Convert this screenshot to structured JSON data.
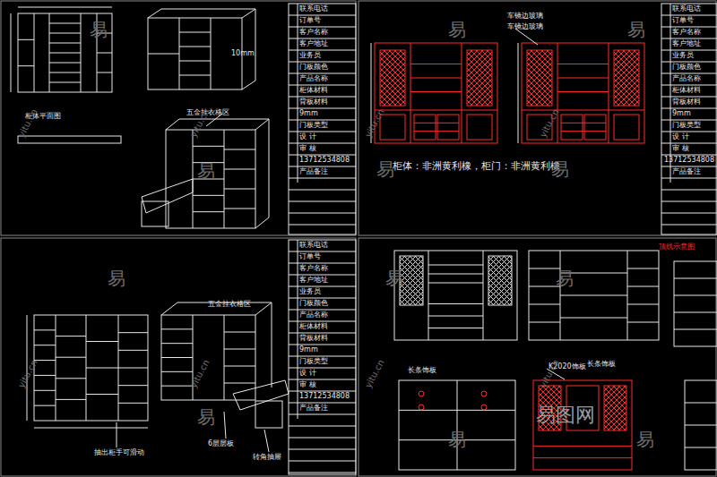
{
  "diagram": {
    "labels": [
      "柜体平面图",
      "10mm",
      "五金挂衣格区",
      "车镜边玻璃",
      "车镜边玻璃",
      "柜体：非洲黄利橡，柜门：非洲黄利橡",
      "五金挂衣格区",
      "抽出柜手可滑动",
      "6层层板",
      "转角抽屉",
      "K2020饰板",
      "长条饰板",
      "长条饰板",
      "顶线示意图",
      "联系电话",
      "订单号",
      "客户名称",
      "客户地址",
      "业务员",
      "门板颜色",
      "产品名称",
      "柜体材料",
      "背板材料",
      "9mm",
      "门板类型",
      "设 计",
      "审 核",
      "13712534808",
      "产品备注",
      "联系电话",
      "订单号",
      "客户名称",
      "客户地址",
      "业务员",
      "门板颜色",
      "产品名称",
      "柜体材料",
      "背板材料",
      "9mm",
      "门板类型",
      "设 计",
      "审 核",
      "13712534808",
      "产品备注",
      "联系电话",
      "订单号",
      "客户名称",
      "客户地址",
      "业务员",
      "门板颜色",
      "产品名称",
      "柜体材料",
      "背板材料",
      "9mm",
      "门板类型",
      "设 计",
      "审 核",
      "13712534808",
      "产品备注",
      "易",
      "易",
      "易",
      "易",
      "易",
      "易",
      "易",
      "易",
      "易",
      "易",
      "易",
      "易",
      "yitu.cn",
      "yitu.cn",
      "yitu.cn",
      "yitu.cn",
      "yitu.cn",
      "yitu.cn",
      "yitu.cn",
      "yitu.cn",
      "易图网"
    ]
  }
}
